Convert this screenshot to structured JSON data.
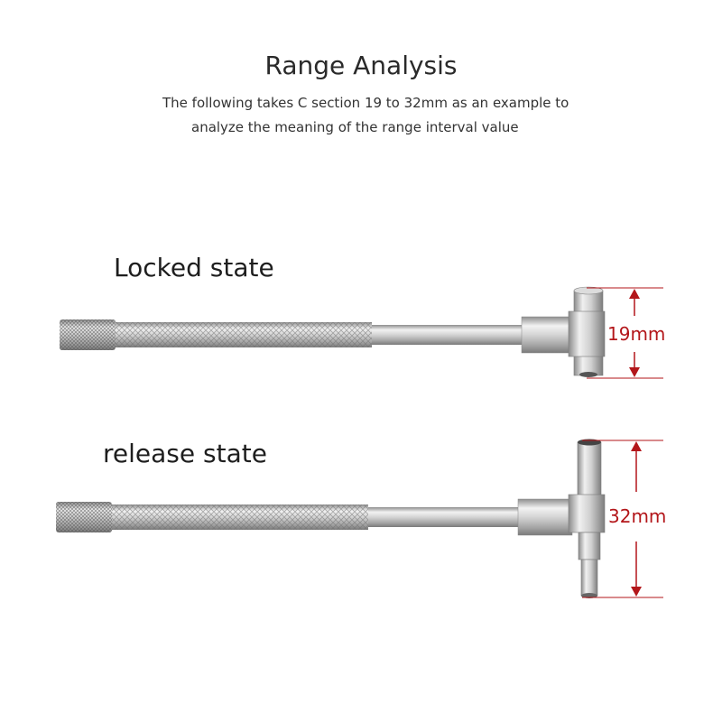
{
  "title": "Range Analysis",
  "subtitle_line1": "The following takes C section 19 to 32mm as an example to",
  "subtitle_line2": "analyze the meaning of the range interval value",
  "locked": {
    "label": "Locked state",
    "dimension": "19mm"
  },
  "release": {
    "label": "release state",
    "dimension": "32mm"
  },
  "colors": {
    "dimension": "#b3161a",
    "metal": "#c8c8c8"
  }
}
